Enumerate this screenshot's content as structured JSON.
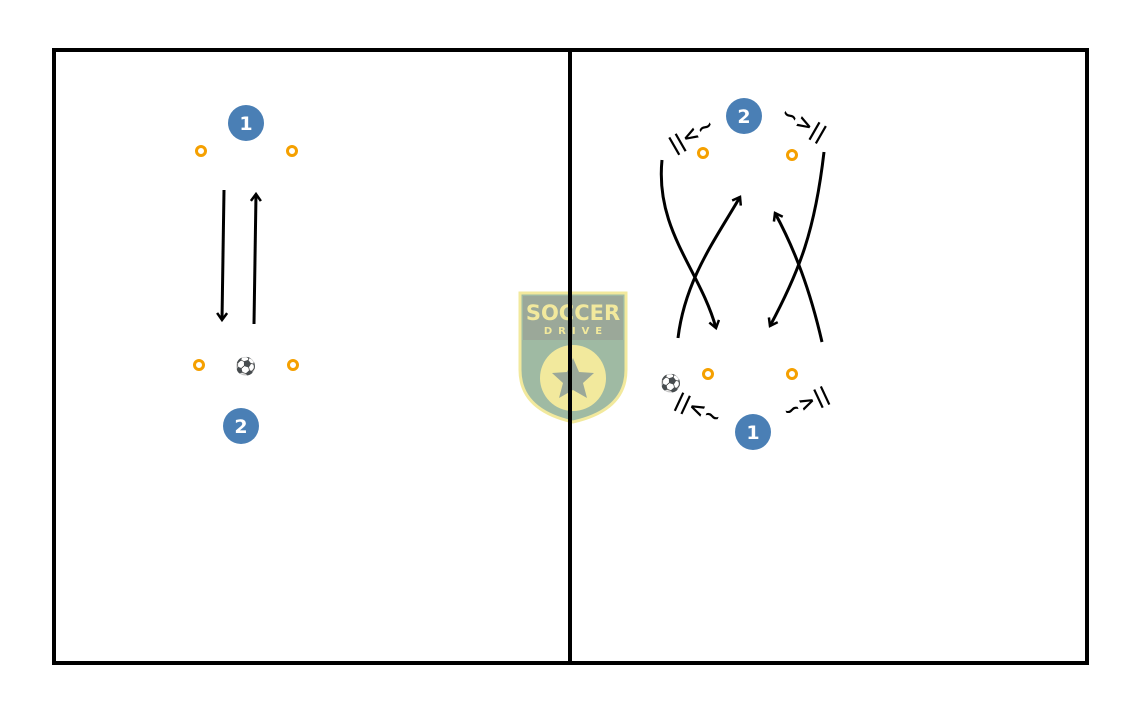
{
  "logo": {
    "line1": "SOCCER",
    "line2": "DRIVE"
  },
  "colors": {
    "player": "#4a7fb5",
    "cone": "#f5a000",
    "line": "#000000",
    "logo_bg": "#8fae93",
    "logo_fg": "#f0e68c"
  },
  "left_drill": {
    "top_player": "1",
    "bottom_player": "2"
  },
  "right_drill": {
    "top_player": "2",
    "bottom_player": "1"
  },
  "turn_symbol": "||<~",
  "ball_icon": "⚽"
}
